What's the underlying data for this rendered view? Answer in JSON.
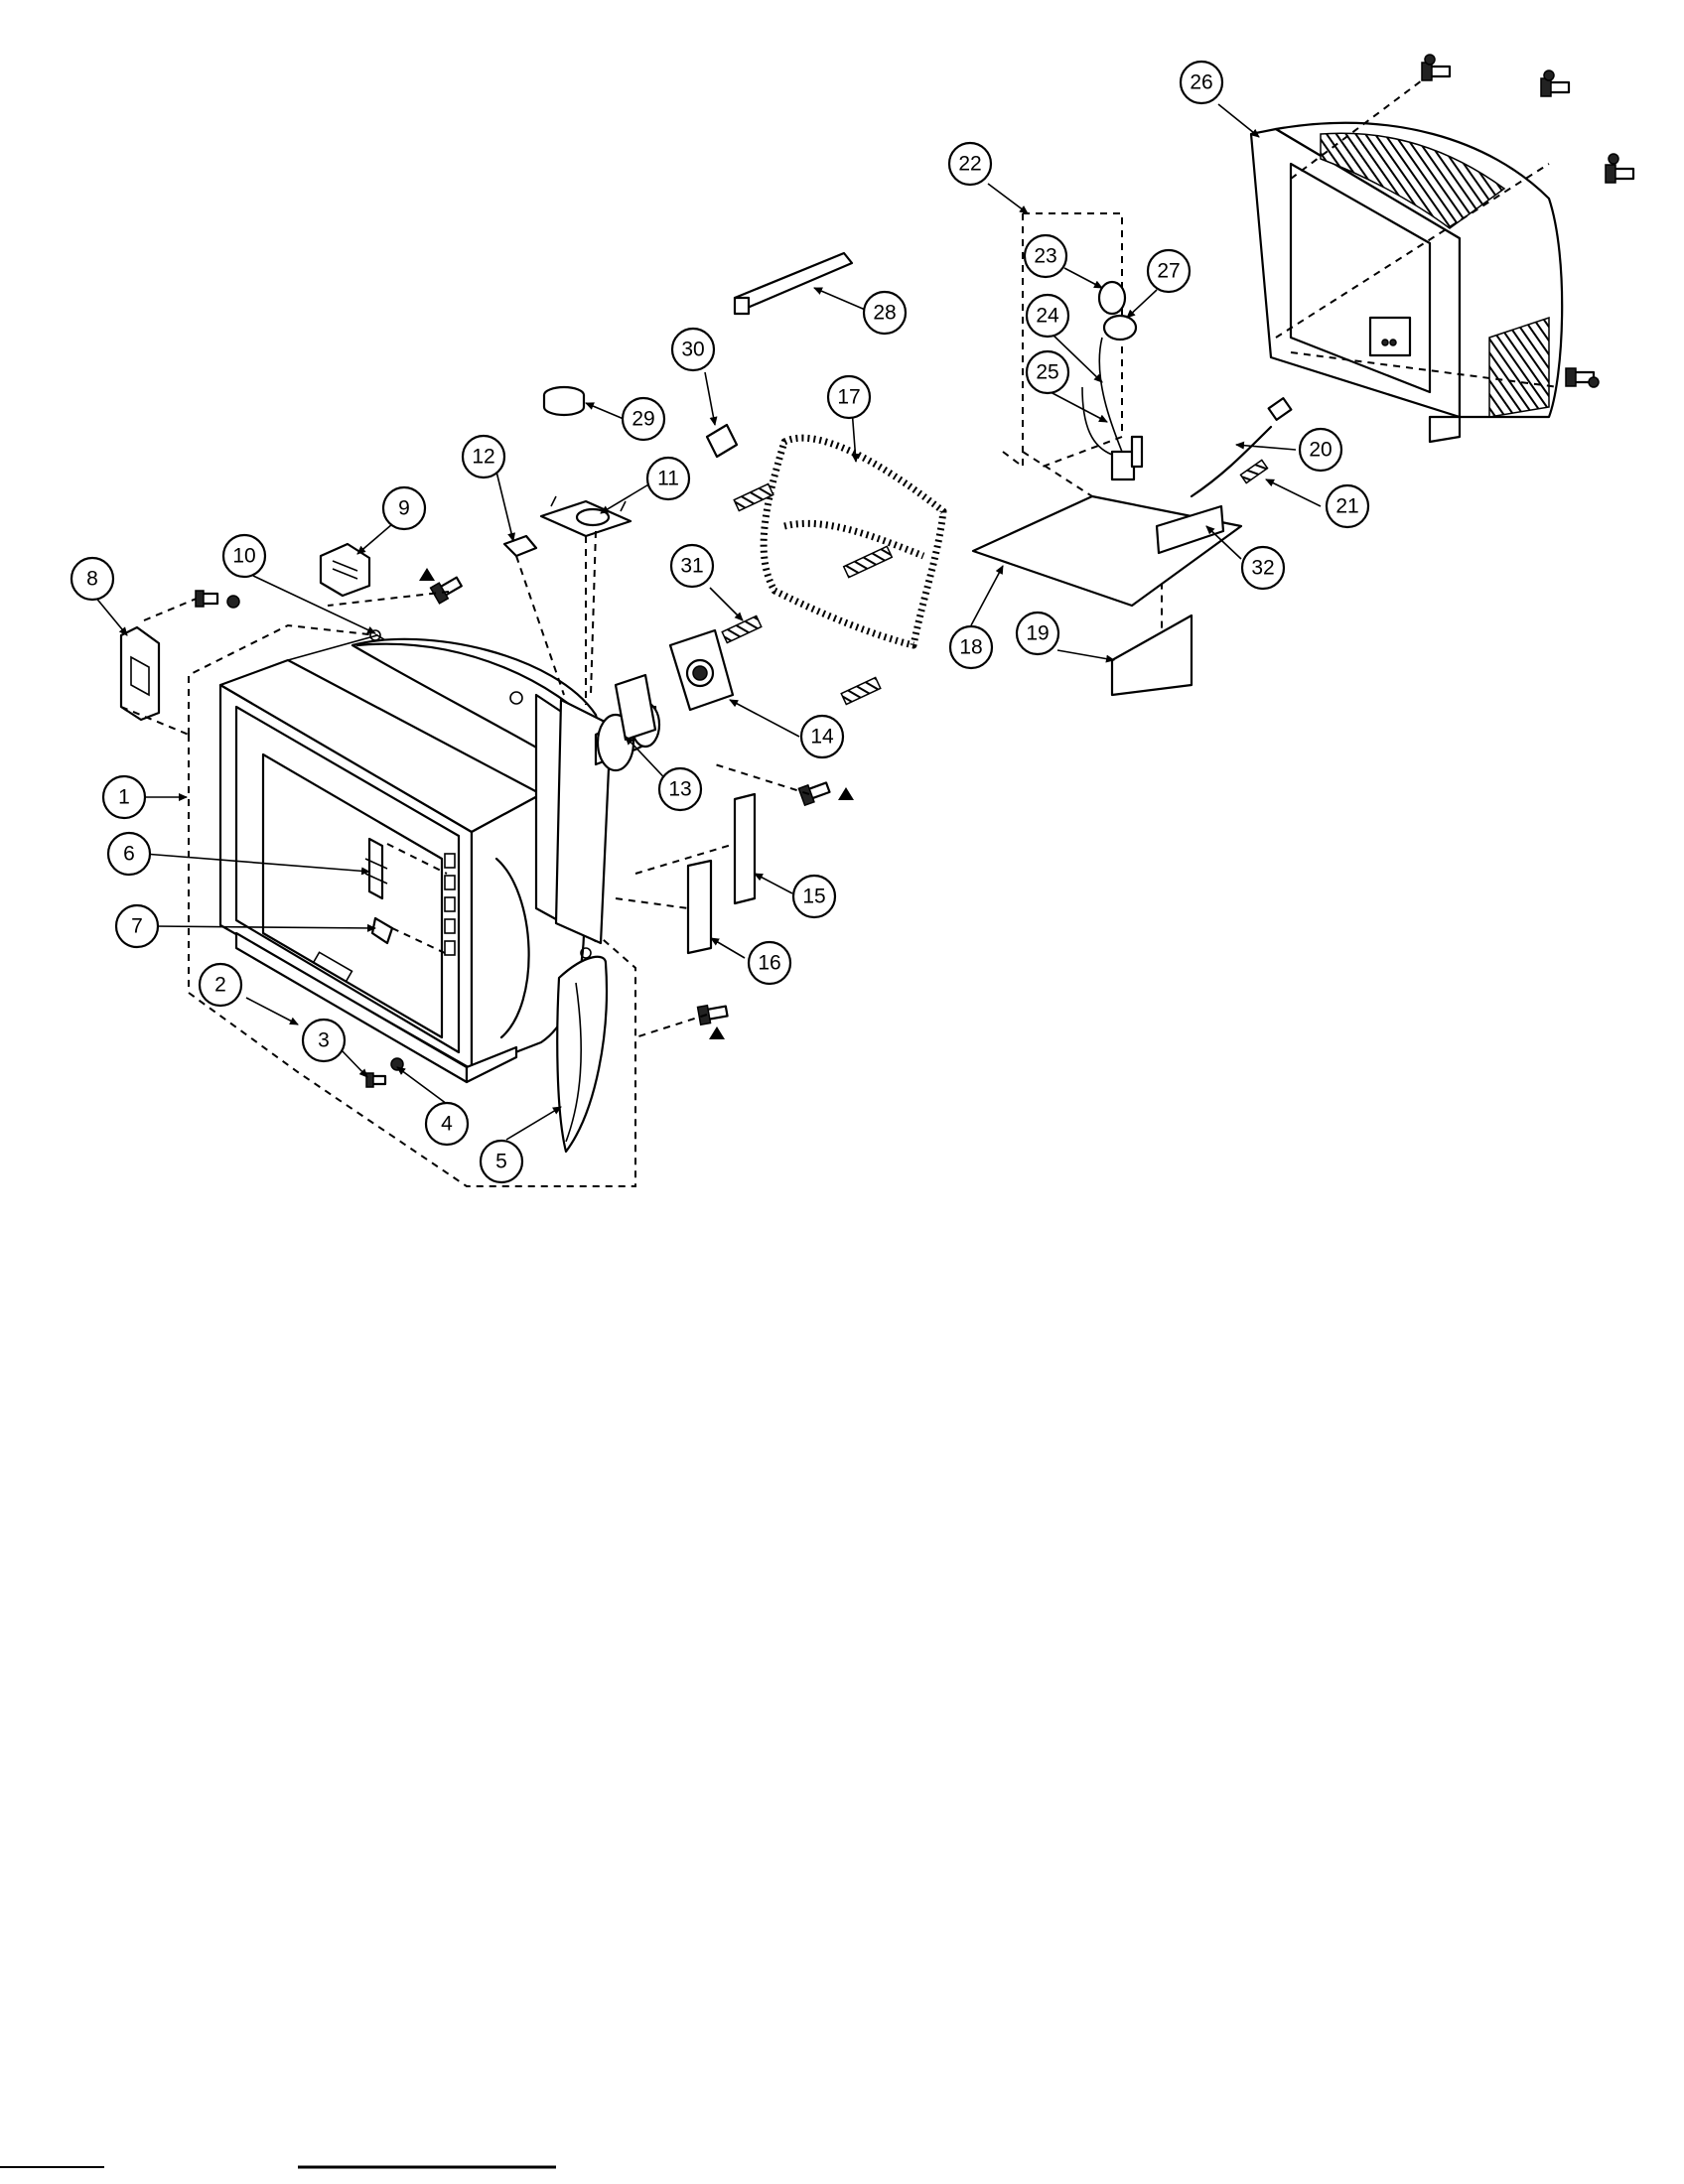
{
  "callouts": [
    "1",
    "2",
    "3",
    "4",
    "5",
    "6",
    "7",
    "8",
    "9",
    "10",
    "11",
    "12",
    "13",
    "14",
    "15",
    "16",
    "17",
    "18",
    "19",
    "20",
    "21",
    "22",
    "23",
    "24",
    "25",
    "26",
    "27",
    "28",
    "29",
    "30",
    "31",
    "32"
  ]
}
